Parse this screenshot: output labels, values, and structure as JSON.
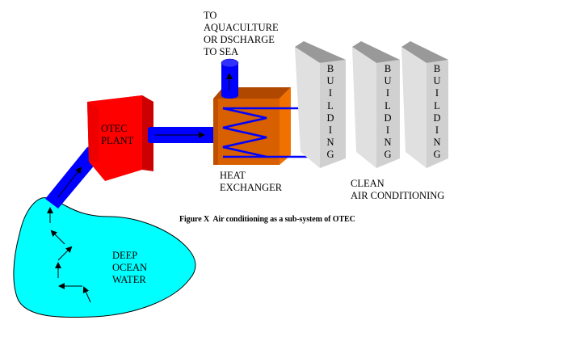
{
  "diagram": {
    "labels": {
      "discharge": "TO\nAQUACULTURE\nOR DSCHARGE\nTO SEA",
      "otec_plant": "OTEC\nPLANT",
      "heat_exchanger": "HEAT\nEXCHANGER",
      "clean_ac": "CLEAN\nAIR CONDITIONING",
      "deep_ocean": "DEEP\nOCEAN\nWATER"
    },
    "buildings": [
      {
        "label": "B\nU\nI\nL\nD\nI\nN\nG"
      },
      {
        "label": "B\nU\nI\nL\nD\nI\nN\nG"
      },
      {
        "label": "B\nU\nI\nL\nD\nI\nN\nG"
      }
    ],
    "caption": "Figure X  Air conditioning as a sub-system of OTEC",
    "colors": {
      "ocean": "#00ffff",
      "plant": "#ff0000",
      "pipe": "#0000ff",
      "exchanger": "#e06000",
      "building": "#d0d0d0"
    }
  }
}
